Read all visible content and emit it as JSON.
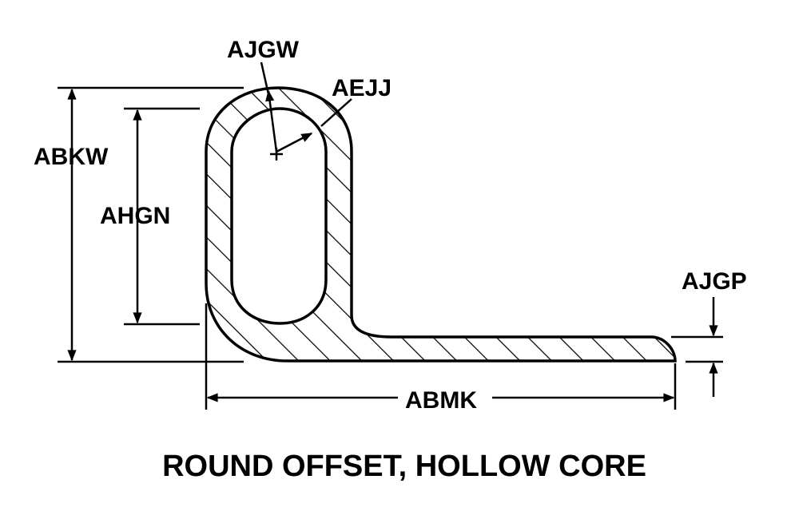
{
  "diagram": {
    "title": "ROUND OFFSET, HOLLOW CORE",
    "labels": {
      "overall_height": "ABKW",
      "core_height": "AHGN",
      "core_radius": "AJGW",
      "wall_thickness": "AEJJ",
      "flange_thickness": "AJGP",
      "overall_width": "ABMK"
    }
  }
}
